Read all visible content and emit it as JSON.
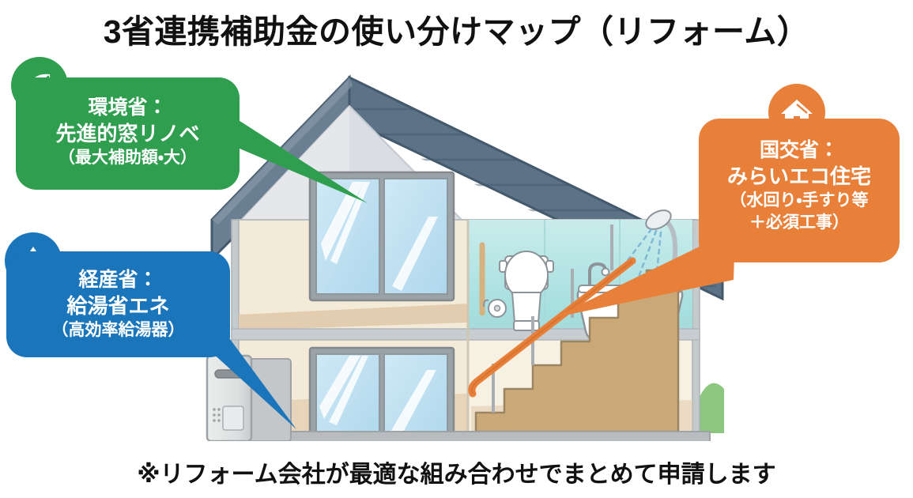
{
  "page": {
    "title": "3省連携補助金の使い分けマップ（リフォーム）",
    "footnote": "※リフォーム会社が最適な組み合わせでまとめて申請します",
    "background_color": "#ffffff",
    "text_color": "#111111"
  },
  "callouts": [
    {
      "id": "green",
      "ministry": "環境省：",
      "program": "先進的窓リノベ",
      "detail": "（最大補助額・大）",
      "color": "#2f9e4f",
      "icon": "leaf-icon",
      "points_to": "window"
    },
    {
      "id": "blue",
      "ministry": "経産省：",
      "program": "給湯省エネ",
      "detail": "（高効率給湯器）",
      "color": "#1b75bb",
      "icon": "water-drop-icon",
      "points_to": "water-heater"
    },
    {
      "id": "orange",
      "ministry": "国交省：",
      "program": "みらいエコ住宅",
      "detail": "（水回り・手すり等",
      "detail2": "＋必須工事）",
      "color": "#e8803a",
      "icon": "house-icon",
      "points_to": "stairs-handrail"
    }
  ],
  "illustration": {
    "name": "cutaway-house",
    "colors": {
      "roof": "#5b7287",
      "roof_dark": "#44596b",
      "gable": "#dadde3",
      "wall_exterior": "#f3ead8",
      "wall_interior": "#f7f1e3",
      "bathroom": "#bfe6e6",
      "glass": "#b9dff0",
      "frame": "#9aa3a8",
      "floor_slab": "#c8cdd1",
      "floor_wood": "#dcbe9a",
      "stairs": "#cba878",
      "handrail": "#e8803a",
      "grab_bar": "#d6b27e",
      "heater": "#d9dadb",
      "bush": "#8dc77f",
      "foundation": "#b8bcbf",
      "fixture_white": "#ffffff"
    },
    "features": [
      "roof",
      "gable",
      "upper-window",
      "lower-window",
      "bathroom-toilet",
      "bathroom-bathtub",
      "shower-head",
      "grab-bar",
      "toilet-paper-holder",
      "staircase",
      "handrail",
      "water-heater",
      "bushes",
      "foundation"
    ]
  }
}
